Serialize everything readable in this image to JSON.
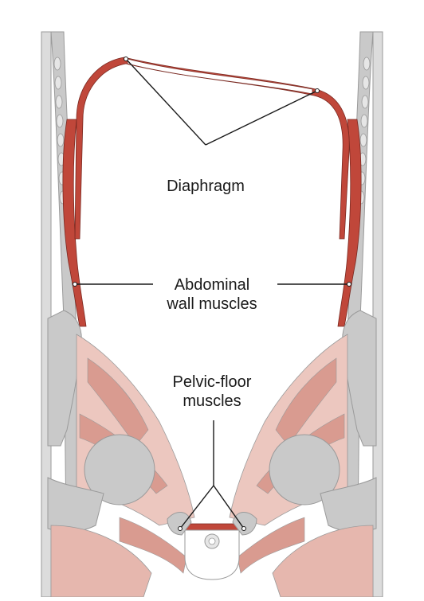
{
  "labels": {
    "diaphragm": "Diaphragm",
    "abdominal_line1": "Abdominal",
    "abdominal_line2": "wall muscles",
    "pelvic_line1": "Pelvic-floor",
    "pelvic_line2": "muscles"
  },
  "colors": {
    "bone": "#c9c9c9",
    "bone_light": "#dcdcdc",
    "muscle_red": "#c0473a",
    "muscle_pink": "#d99b90",
    "muscle_pale": "#ecc7bf",
    "leader_line": "#1a1a1a",
    "tissue_line": "#9a9a9a"
  }
}
